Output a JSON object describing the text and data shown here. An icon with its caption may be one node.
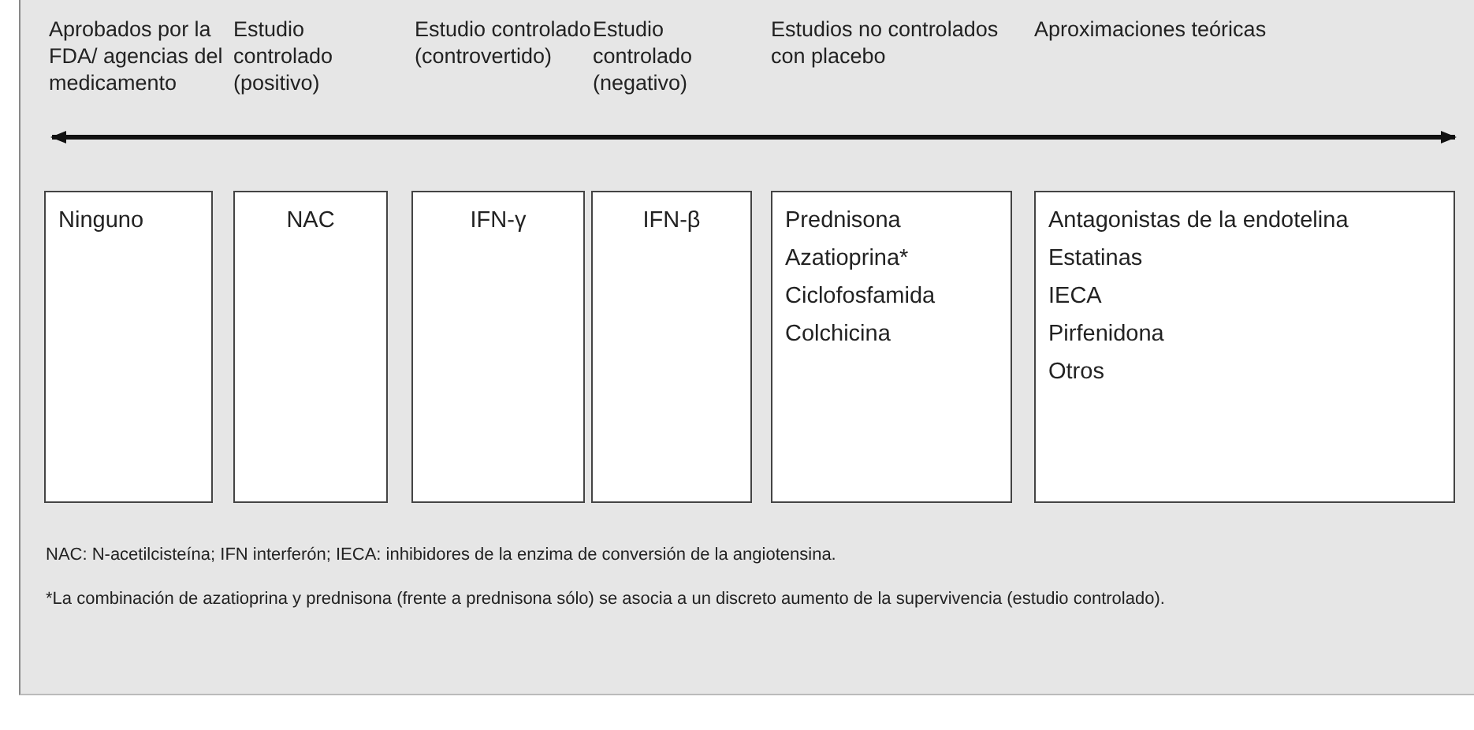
{
  "diagram": {
    "nodes": [
      {
        "text": [
          "Ninguno"
        ]
      },
      {
        "text": [
          "NAC"
        ]
      },
      {
        "text": [
          "IFN-γ"
        ]
      },
      {
        "text": [
          "IFN-β"
        ]
      },
      {
        "text": [
          "Prednisona",
          "Azatioprina*",
          "Ciclofosfamida",
          "Colchicina"
        ]
      },
      {
        "text": [
          "Antagonistas de la endotelina",
          "Estatinas",
          "IECA",
          "Pirfenidona",
          "Otros"
        ]
      }
    ],
    "edges": [],
    "labels": [
      "Aprobados por la FDA/ agencias del medicamento",
      "Estudio controlado (positivo)",
      "Estudio controlado (controvertido)",
      "Estudio controlado (negativo)",
      "Estudios no controlados con placebo",
      "Aproximaciones teóricas",
      "NAC: N-acetilcisteína; IFN interferón; IECA: inhibidores de la enzima de conversión de la angiotensina.",
      "*La combinación de azatioprina y prednisona (frente a prednisona sólo) se asocia a un discreto aumento de la supervivencia (estudio controlado)."
    ]
  }
}
